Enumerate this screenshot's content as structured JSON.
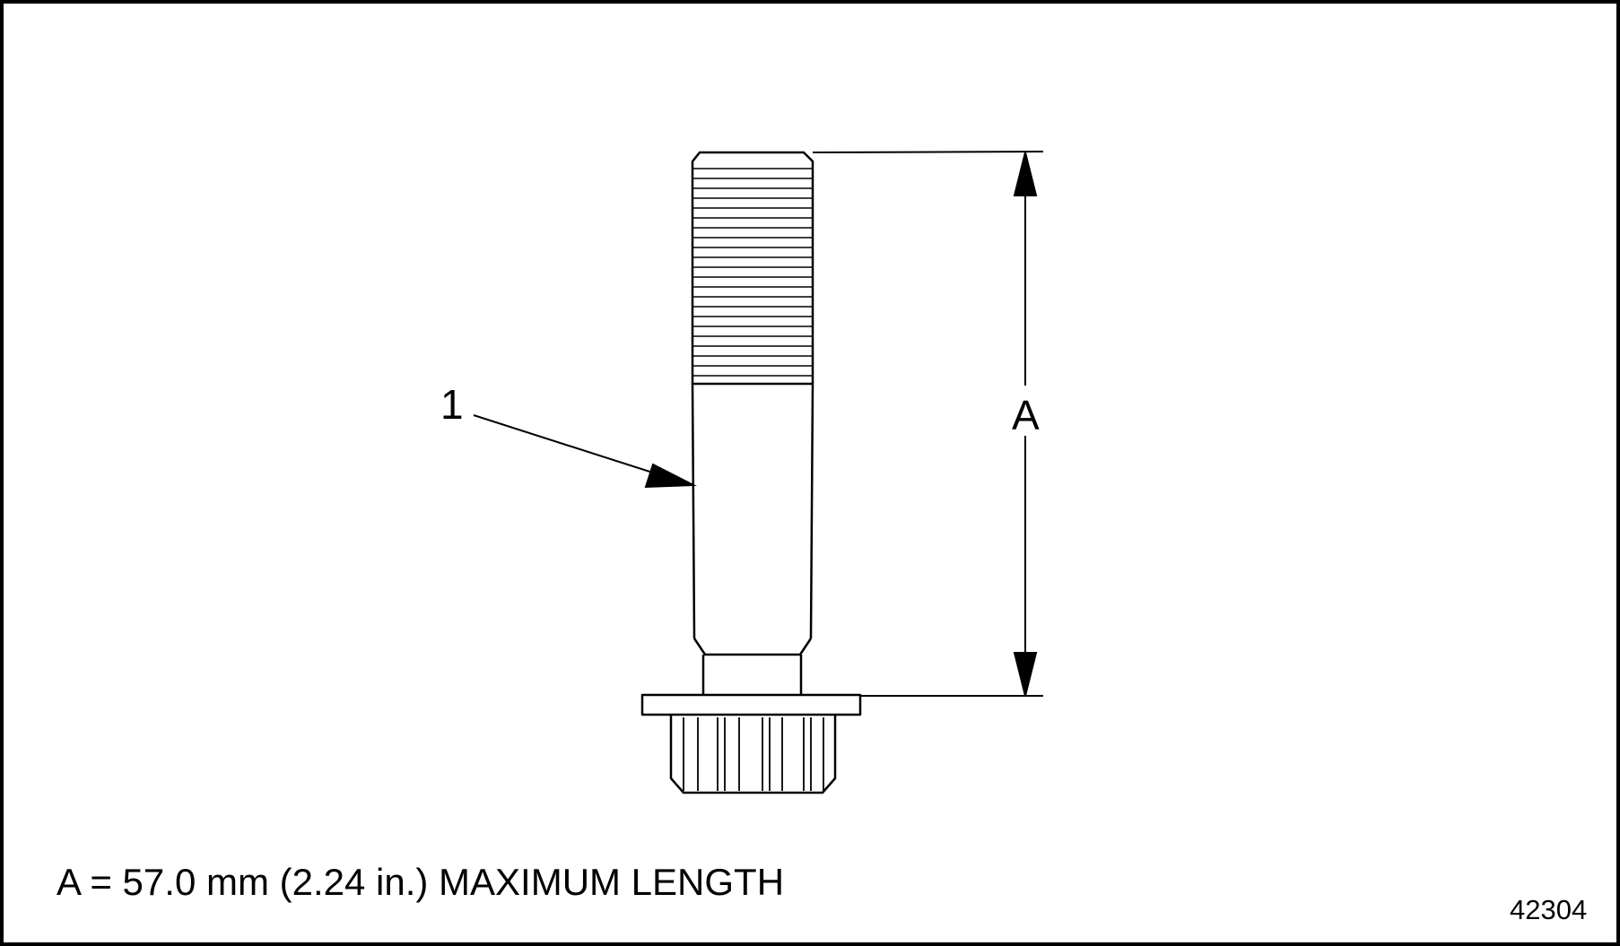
{
  "diagram": {
    "callout": "1",
    "dimension_label": "A",
    "caption": "A = 57.0 mm (2.24 in.) MAXIMUM LENGTH",
    "figure_number": "42304",
    "line_color": "#000000",
    "background_color": "#ffffff"
  }
}
